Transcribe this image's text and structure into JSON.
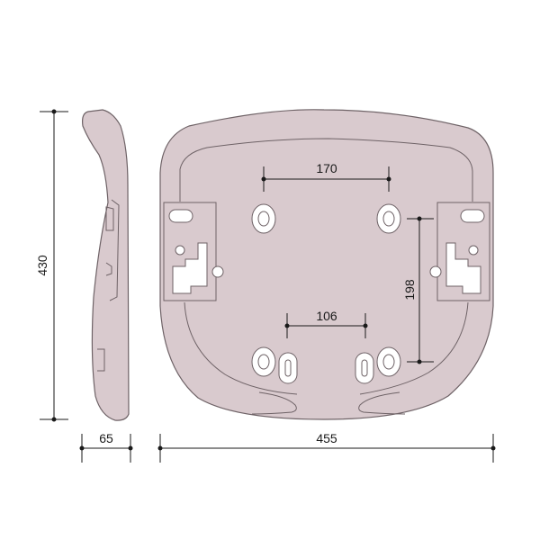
{
  "colors": {
    "shell_fill": "#d9cace",
    "outline": "#6e6266",
    "dimension": "#1a1a1a"
  },
  "dimensions": {
    "height": "430",
    "depth": "65",
    "width": "455",
    "top_hole_spacing": "170",
    "side_hole_spacing": "198",
    "bottom_hole_spacing": "106"
  }
}
